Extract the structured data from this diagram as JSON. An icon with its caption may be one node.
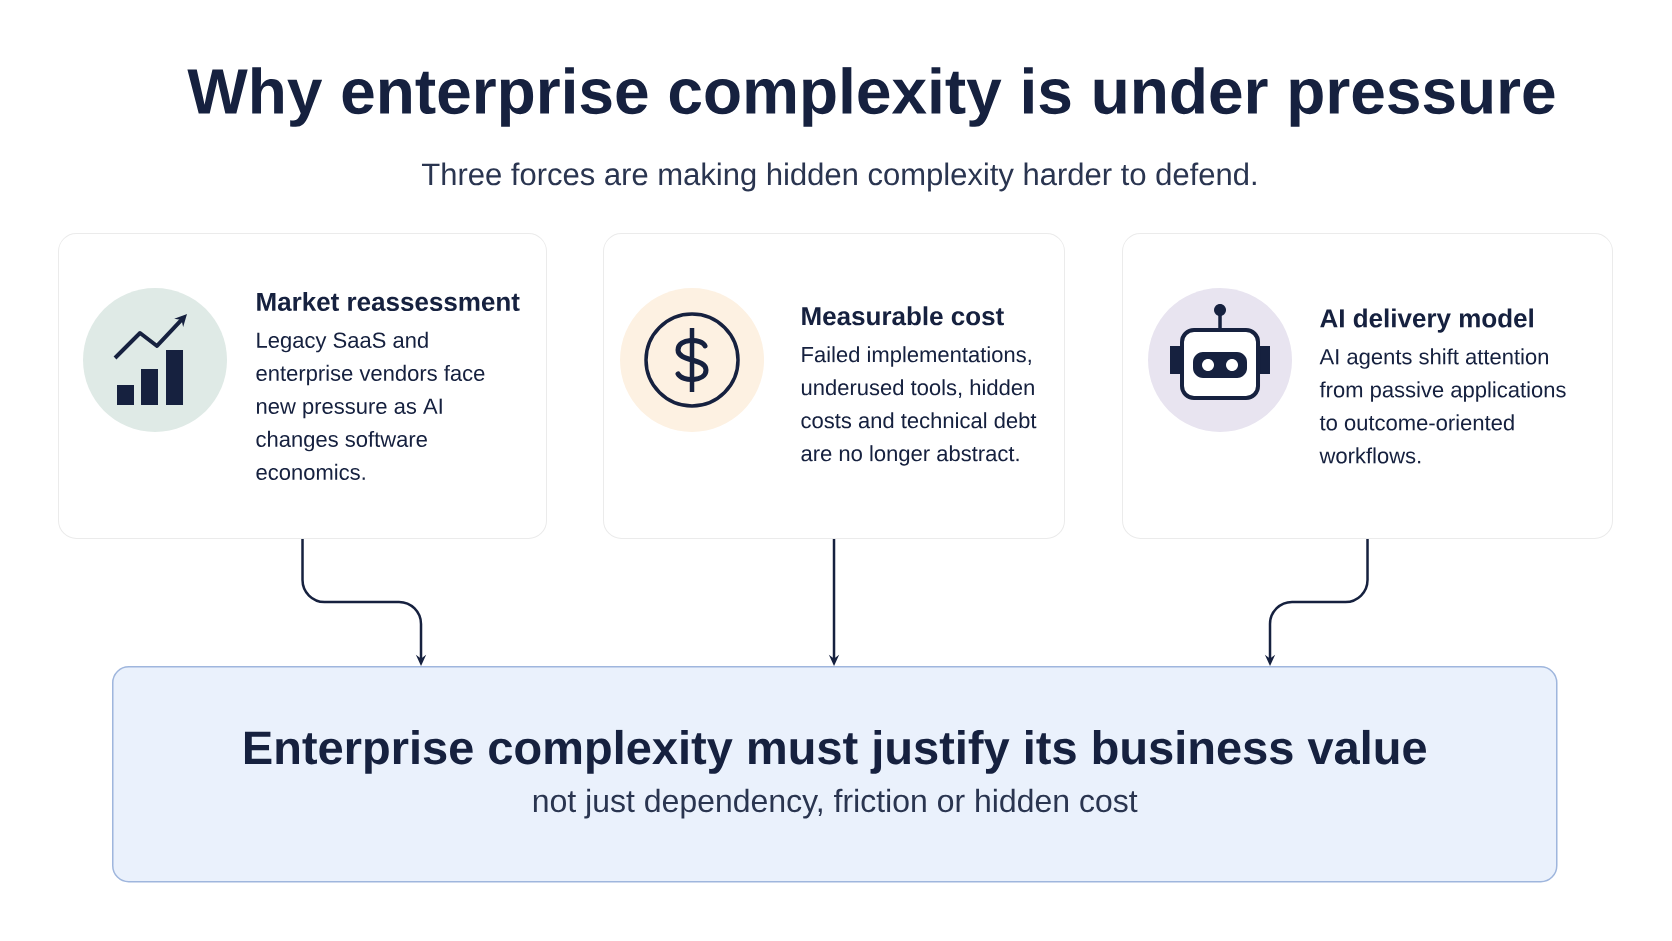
{
  "diagram": {
    "title": "Why enterprise complexity is under pressure",
    "caption": "Three forces are making hidden complexity harder to defend.",
    "nodes": [
      {
        "text": [
          "Market reassessment",
          "Legacy SaaS and enterprise vendors face new pressure as AI changes software economics."
        ]
      },
      {
        "text": [
          "Measurable cost",
          "Failed implementations, underused tools, hidden costs and technical debt are no longer abstract."
        ]
      },
      {
        "text": [
          "AI delivery model",
          "AI agents shift attention from passive applications to outcome-oriented workflows."
        ]
      },
      {
        "text": [
          "Enterprise complexity must justify its business value",
          "not just dependency, friction or hidden cost"
        ]
      }
    ],
    "edges": [
      {
        "from": 0,
        "to": 3,
        "arrow": "to"
      },
      {
        "from": 1,
        "to": 3,
        "arrow": "to"
      },
      {
        "from": 2,
        "to": 3,
        "arrow": "to"
      }
    ]
  }
}
